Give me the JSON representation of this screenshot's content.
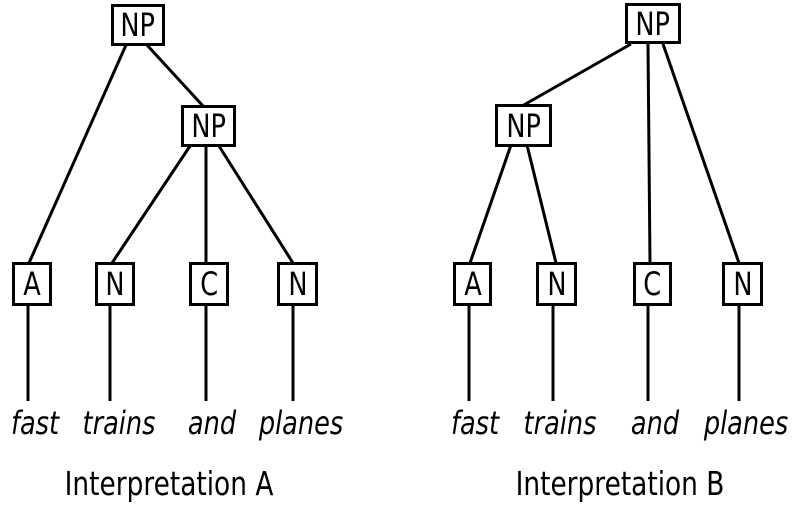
{
  "colors": {
    "background": "#ffffff",
    "ink": "#000000"
  },
  "sentence": "fast trains and planes",
  "trees": [
    {
      "caption": "Interpretation A",
      "nodes": {
        "root": "NP",
        "inner": "NP",
        "leaf1": "A",
        "leaf2": "N",
        "leaf3": "C",
        "leaf4": "N"
      },
      "words": [
        "fast",
        "trains",
        "and",
        "planes"
      ],
      "edges": [
        [
          "root NP",
          "A"
        ],
        [
          "root NP",
          "inner NP"
        ],
        [
          "inner NP",
          "N"
        ],
        [
          "inner NP",
          "C"
        ],
        [
          "inner NP",
          "N"
        ],
        [
          "A",
          "fast"
        ],
        [
          "N",
          "trains"
        ],
        [
          "C",
          "and"
        ],
        [
          "N",
          "planes"
        ]
      ]
    },
    {
      "caption": "Interpretation B",
      "nodes": {
        "root": "NP",
        "inner": "NP",
        "leaf1": "A",
        "leaf2": "N",
        "leaf3": "C",
        "leaf4": "N"
      },
      "words": [
        "fast",
        "trains",
        "and",
        "planes"
      ],
      "edges": [
        [
          "root NP",
          "inner NP"
        ],
        [
          "root NP",
          "C"
        ],
        [
          "root NP",
          "N"
        ],
        [
          "inner NP",
          "A"
        ],
        [
          "inner NP",
          "N"
        ],
        [
          "A",
          "fast"
        ],
        [
          "N",
          "trains"
        ],
        [
          "C",
          "and"
        ],
        [
          "N",
          "planes"
        ]
      ]
    }
  ]
}
